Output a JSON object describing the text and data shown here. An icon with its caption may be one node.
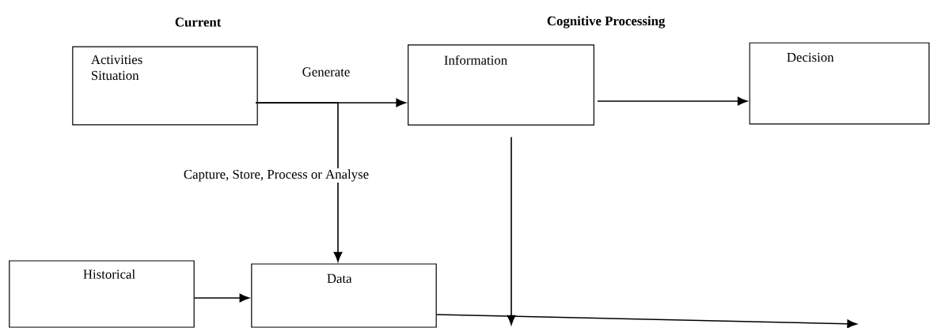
{
  "diagram": {
    "nodes": [
      {
        "text": [
          "Activities Situation"
        ]
      },
      {
        "text": [
          "Information"
        ]
      },
      {
        "text": [
          "Decision"
        ]
      },
      {
        "text": [
          "Historical"
        ]
      },
      {
        "text": [
          "Data"
        ]
      }
    ],
    "edges": [
      {
        "from": 0,
        "to": 1,
        "arrow": "to",
        "label": "Generate"
      },
      {
        "from": 0,
        "to": 4,
        "arrow": "to",
        "label": "Capture, Store, Process or Analyse"
      },
      {
        "from": 1,
        "to": 2,
        "arrow": "to"
      },
      {
        "from": 3,
        "to": 4,
        "arrow": "to"
      },
      {
        "from": 1,
        "to": null,
        "arrow": "to"
      },
      {
        "from": 4,
        "to": null,
        "arrow": "to"
      }
    ],
    "labels": [
      "Current",
      "Cognitive Processing"
    ]
  }
}
